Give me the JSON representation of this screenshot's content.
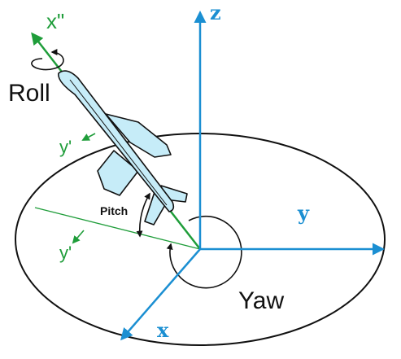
{
  "labels": {
    "z": "z",
    "y": "y",
    "x": "x",
    "x_double_prime": "x\"",
    "y_prime_upper": "y'",
    "y_prime_lower": "y'",
    "roll": "Roll",
    "pitch": "Pitch",
    "yaw": "Yaw"
  },
  "colors": {
    "axis_blue": "#1b8fd2",
    "body_green": "#1f9d3a",
    "plane_fill": "#c6ecf8",
    "outline": "#111111"
  }
}
